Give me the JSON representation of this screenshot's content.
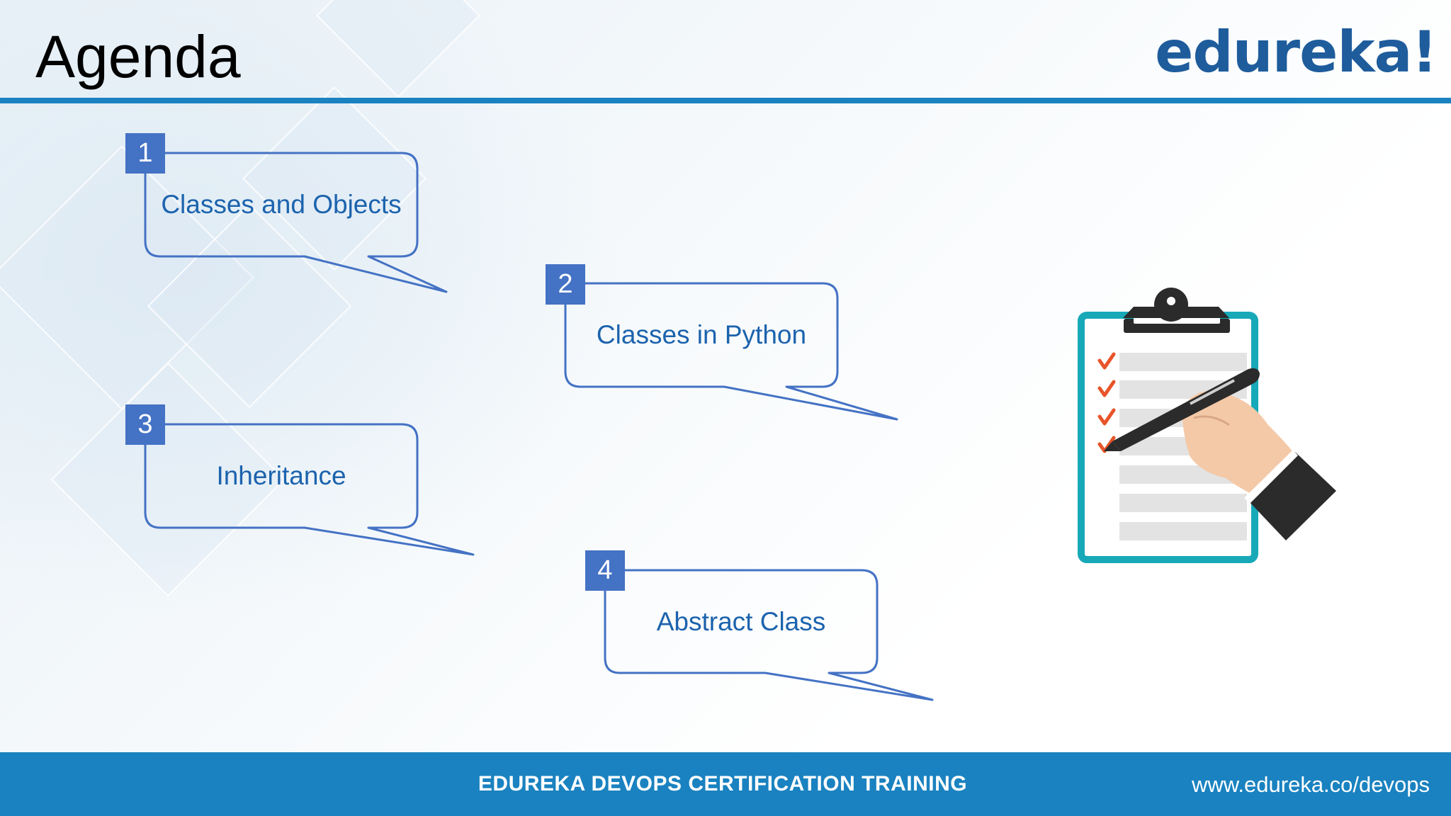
{
  "title": "Agenda",
  "logo": "edureka!",
  "agenda_items": [
    {
      "number": "1",
      "label": "Classes and Objects"
    },
    {
      "number": "2",
      "label": "Classes in Python"
    },
    {
      "number": "3",
      "label": "Inheritance"
    },
    {
      "number": "4",
      "label": "Abstract Class"
    }
  ],
  "illustration": {
    "icon": "clipboard-checklist-icon",
    "checked_items": 4,
    "total_lines": 7
  },
  "footer": {
    "title": "EDUREKA DEVOPS CERTIFICATION TRAINING",
    "url": "www.edureka.co/devops"
  },
  "colors": {
    "brand_blue": "#1a82c0",
    "logo_blue": "#1e5c9c",
    "number_box": "#4472c4",
    "bubble_stroke": "#4472c4",
    "item_text": "#1c63ad",
    "check_red": "#e8542a",
    "clipboard_teal": "#17a9b8"
  }
}
